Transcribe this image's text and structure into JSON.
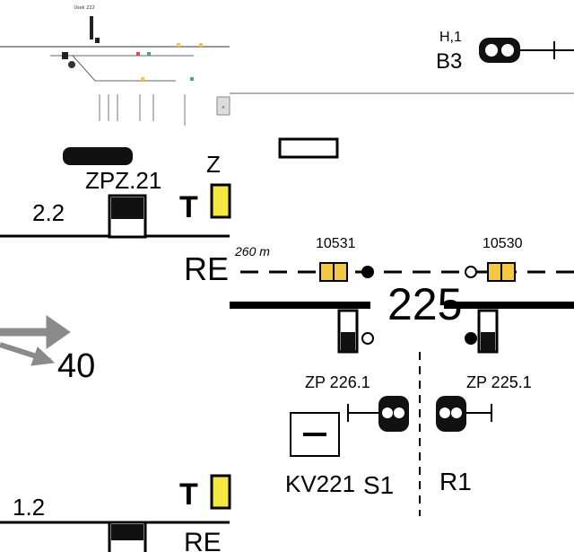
{
  "overview": {
    "title": "Úsek 222",
    "close_label": "×"
  },
  "panel_left": {
    "signal_upper": "ZPZ.21",
    "signal_upper_suffix": "Z",
    "track_upper": "2.2",
    "type_letter_upper": "T",
    "type_letter_lower": "T",
    "track_lower": "1.2",
    "route_label": "RE",
    "route_label_lower": "RE",
    "speed_value": "40"
  },
  "panel_right": {
    "signal_b3_name": "B3",
    "signal_b3_sub": "H,1",
    "distance_label": "260 m",
    "balise_left_id": "10531",
    "balise_right_id": "10530",
    "track_section": "225",
    "signal_left_code": "ZP 226.1",
    "signal_right_code": "ZP 225.1",
    "signal_s1": "S1",
    "signal_r1": "R1",
    "kv_label": "KV221"
  },
  "colors": {
    "balise": "#f5c842",
    "type_box": "#f5e642",
    "arrow": "#8a8a8a",
    "line": "#000000"
  }
}
